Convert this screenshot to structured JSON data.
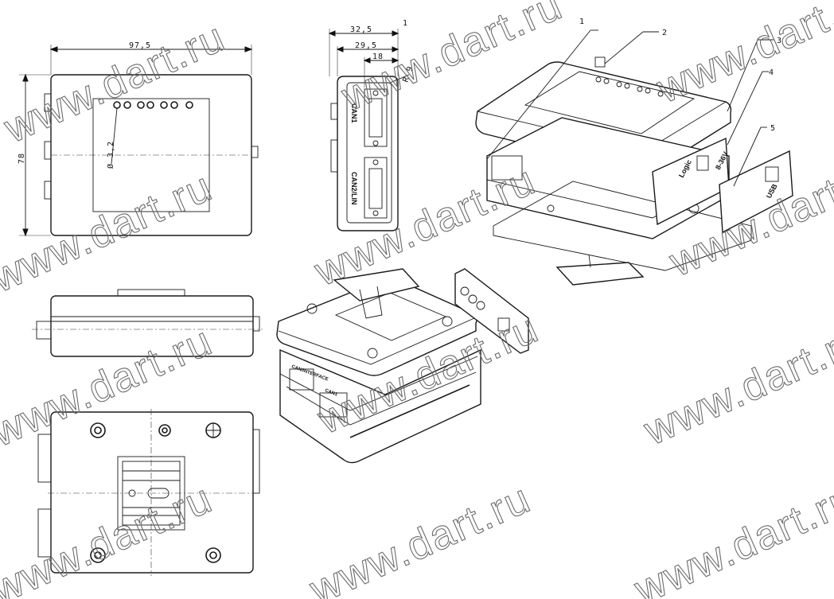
{
  "dimensions": {
    "width_top": "97,5",
    "height_side": "78",
    "depth_total": "32,5",
    "depth_inner": "29,5",
    "depth_connector": "18",
    "radius": "R 9",
    "hole_diameter": "Ø 3,2",
    "point_ref": "1"
  },
  "connector_labels": {
    "can1": "CAN1",
    "can2lin": "CAN2/LIN",
    "usb": "USB",
    "logic": "Logic",
    "power": "8-36V",
    "usb_plate": "USB",
    "can_interface": "CAN/INTERFACE",
    "can_small": "CAN1"
  },
  "callouts": [
    "1",
    "2",
    "3",
    "4",
    "5"
  ],
  "watermark": "www.dart.ru"
}
